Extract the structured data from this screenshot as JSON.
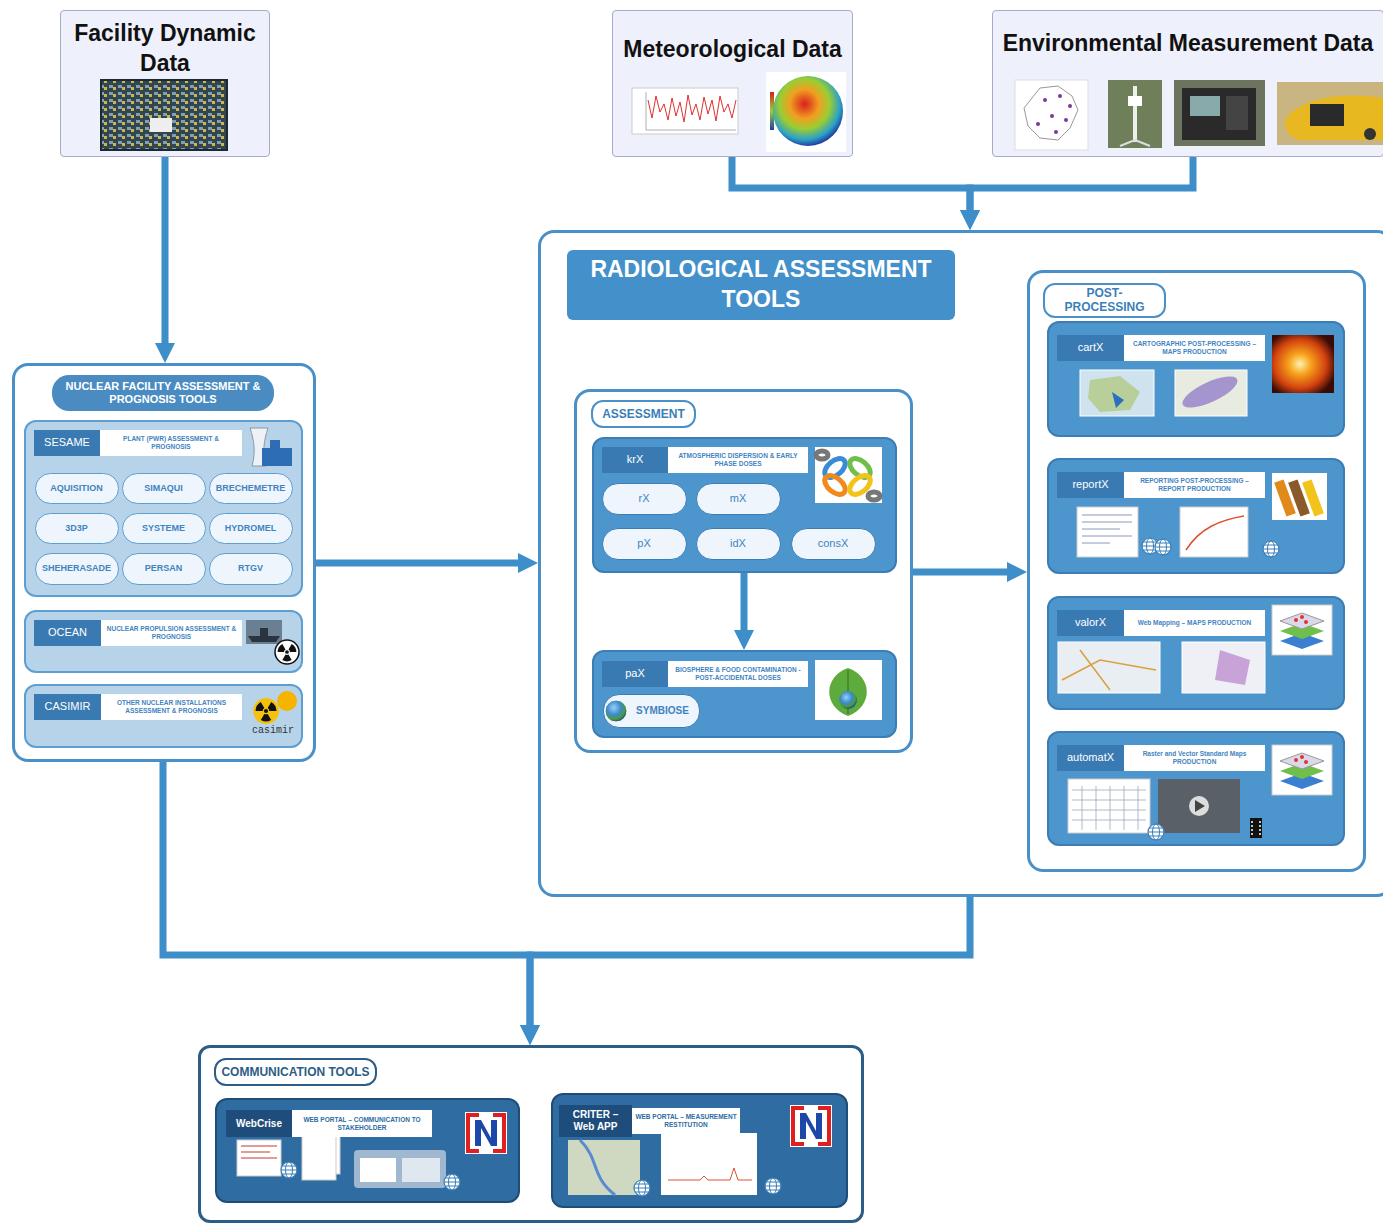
{
  "diagram": {
    "nodes": [
      {
        "text": [
          "Facility Dynamic Data"
        ]
      },
      {
        "text": [
          "Meteorological Data"
        ]
      },
      {
        "text": [
          "Environmental Measurement Data"
        ]
      },
      {
        "text": [
          "NUCLEAR FACILITY ASSESSMENT & PROGNOSIS TOOLS"
        ]
      },
      {
        "text": [
          "SESAME",
          "PLANT (PWR) ASSESSMENT & PROGNOSIS"
        ],
        "in": 3
      },
      {
        "text": [
          "AQUISITION"
        ],
        "in": 4
      },
      {
        "text": [
          "SIMAQUI"
        ],
        "in": 4
      },
      {
        "text": [
          "BRECHEMETRE"
        ],
        "in": 4
      },
      {
        "text": [
          "3D3P"
        ],
        "in": 4
      },
      {
        "text": [
          "SYSTEME"
        ],
        "in": 4
      },
      {
        "text": [
          "HYDROMEL"
        ],
        "in": 4
      },
      {
        "text": [
          "SHEHERASADE"
        ],
        "in": 4
      },
      {
        "text": [
          "PERSAN"
        ],
        "in": 4
      },
      {
        "text": [
          "RTGV"
        ],
        "in": 4
      },
      {
        "text": [
          "OCEAN",
          "NUCLEAR PROPULSION ASSESSMENT & PROGNOSIS"
        ],
        "in": 3
      },
      {
        "text": [
          "CASIMIR",
          "OTHER NUCLEAR INSTALLATIONS ASSESSMENT & PROGNOSIS"
        ],
        "in": 3
      },
      {
        "text": [
          "RADIOLOGICAL ASSESSMENT TOOLS"
        ]
      },
      {
        "text": [
          "ASSESSMENT"
        ],
        "in": 16
      },
      {
        "text": [
          "krX",
          "ATMOSPHERIC DISPERSION & EARLY PHASE DOSES"
        ],
        "in": 17
      },
      {
        "text": [
          "rX"
        ],
        "in": 18
      },
      {
        "text": [
          "mX"
        ],
        "in": 18
      },
      {
        "text": [
          "pX"
        ],
        "in": 18
      },
      {
        "text": [
          "idX"
        ],
        "in": 18
      },
      {
        "text": [
          "consX"
        ],
        "in": 18
      },
      {
        "text": [
          "paX",
          "BIOSPHERE & FOOD CONTAMINATION - POST-ACCIDENTAL DOSES"
        ],
        "in": 17
      },
      {
        "text": [
          "SYMBIOSE"
        ],
        "in": 24
      },
      {
        "text": [
          "POST-PROCESSING"
        ],
        "in": 16
      },
      {
        "text": [
          "cartX",
          "CARTOGRAPHIC POST-PROCESSING – MAPS PRODUCTION"
        ],
        "in": 26
      },
      {
        "text": [
          "reportX",
          "REPORTING POST-PROCESSING – REPORT PRODUCTION"
        ],
        "in": 26
      },
      {
        "text": [
          "valorX",
          "Web Mapping – MAPS PRODUCTION"
        ],
        "in": 26
      },
      {
        "text": [
          "automatX",
          "Raster and Vector Standard Maps PRODUCTION"
        ],
        "in": 26
      },
      {
        "text": [
          "COMMUNICATION TOOLS"
        ]
      },
      {
        "text": [
          "WebCrise",
          "WEB PORTAL – COMMUNICATION TO STAKEHOLDER"
        ],
        "in": 31
      },
      {
        "text": [
          "CRITER – Web APP",
          "WEB PORTAL – MEASUREMENT RESTITUTION"
        ],
        "in": 31
      }
    ],
    "edges": [
      {
        "from": 0,
        "to": 3,
        "arrow": "to"
      },
      {
        "from": 1,
        "to": 16,
        "arrow": "to"
      },
      {
        "from": 2,
        "to": 16,
        "arrow": "to"
      },
      {
        "from": 3,
        "to": 16,
        "arrow": "to"
      },
      {
        "from": 18,
        "to": 24,
        "arrow": "to"
      },
      {
        "from": 17,
        "to": 26,
        "arrow": "to"
      },
      {
        "from": 3,
        "to": 31,
        "arrow": "to"
      },
      {
        "from": 16,
        "to": 31,
        "arrow": "to"
      }
    ],
    "labels": [
      "casimir"
    ]
  }
}
